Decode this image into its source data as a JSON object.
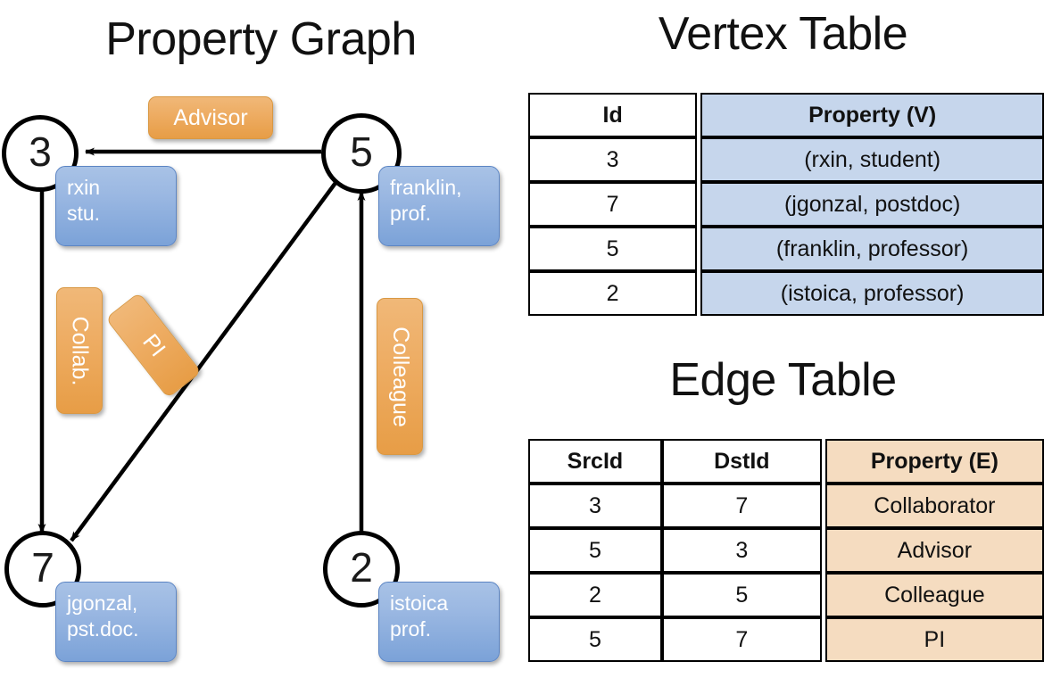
{
  "titles": {
    "property_graph": "Property Graph",
    "vertex_table": "Vertex Table",
    "edge_table": "Edge Table"
  },
  "graph": {
    "nodes": [
      {
        "id": "3",
        "label": "3",
        "property_lines": [
          "rxin",
          "stu."
        ]
      },
      {
        "id": "5",
        "label": "5",
        "property_lines": [
          "franklin,",
          "prof."
        ]
      },
      {
        "id": "7",
        "label": "7",
        "property_lines": [
          "jgonzal,",
          "pst.doc."
        ]
      },
      {
        "id": "2",
        "label": "2",
        "property_lines": [
          "istoica",
          "prof."
        ]
      }
    ],
    "edge_labels": [
      {
        "name": "advisor",
        "text": "Advisor"
      },
      {
        "name": "collab",
        "text": "Collab."
      },
      {
        "name": "pi",
        "text": "PI"
      },
      {
        "name": "colleague",
        "text": "Colleague"
      }
    ],
    "edges": [
      {
        "src": "5",
        "dst": "3",
        "label": "Advisor"
      },
      {
        "src": "3",
        "dst": "7",
        "label": "Collab."
      },
      {
        "src": "5",
        "dst": "7",
        "label": "PI"
      },
      {
        "src": "2",
        "dst": "5",
        "label": "Colleague"
      }
    ]
  },
  "vertex_table": {
    "headers": [
      "Id",
      "Property (V)"
    ],
    "rows": [
      {
        "id": "3",
        "property": "(rxin, student)"
      },
      {
        "id": "7",
        "property": "(jgonzal, postdoc)"
      },
      {
        "id": "5",
        "property": "(franklin, professor)"
      },
      {
        "id": "2",
        "property": "(istoica, professor)"
      }
    ]
  },
  "edge_table": {
    "headers": [
      "SrcId",
      "DstId",
      "Property (E)"
    ],
    "rows": [
      {
        "src": "3",
        "dst": "7",
        "property": "Collaborator"
      },
      {
        "src": "5",
        "dst": "3",
        "property": "Advisor"
      },
      {
        "src": "2",
        "dst": "5",
        "property": "Colleague"
      },
      {
        "src": "5",
        "dst": "7",
        "property": "PI"
      }
    ]
  },
  "colors": {
    "vertex_property_fill": "#c6d6ec",
    "edge_property_fill": "#f5dcc0",
    "node_box_blue": "#9bb8e2",
    "edge_label_orange": "#eead64",
    "stroke": "#000000"
  }
}
